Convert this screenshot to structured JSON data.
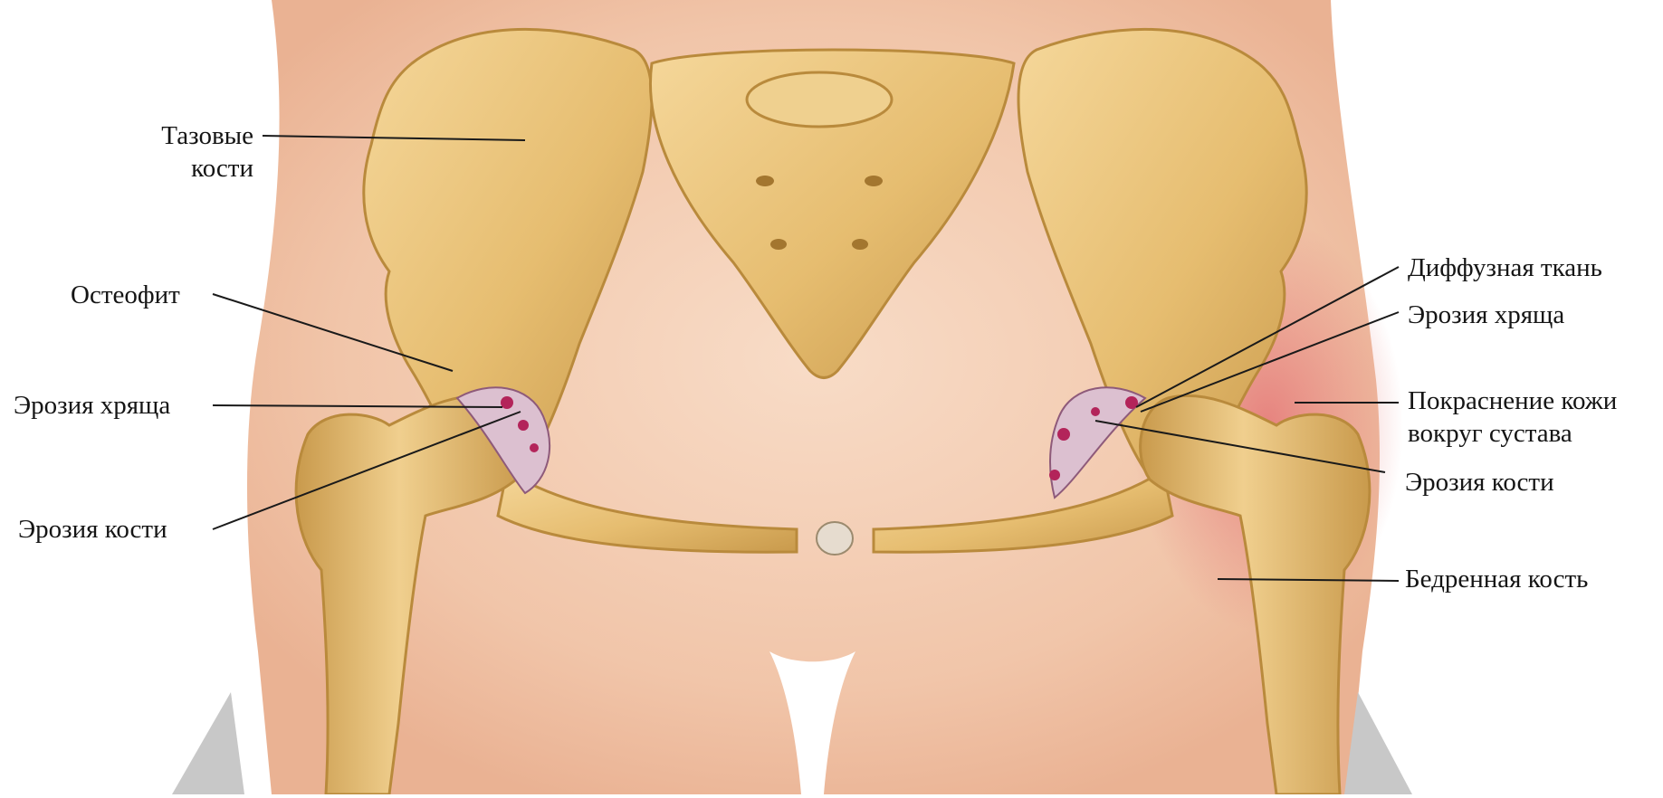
{
  "labels": {
    "pelvic_bones": [
      "Тазовые",
      "кости"
    ],
    "osteophyte": "Остеофит",
    "cartilage_erosion_left": "Эрозия хряща",
    "bone_erosion_left": "Эрозия кости",
    "diffuse_tissue": "Диффузная ткань",
    "cartilage_erosion_right": "Эрозия хряща",
    "skin_redness": [
      "Покраснение кожи",
      "вокруг сустава"
    ],
    "bone_erosion_right": "Эрозия кости",
    "femur": "Бедренная кость"
  },
  "colors": {
    "skin": "#f3cdb4",
    "skin_red": "#e98a86",
    "bone": "#e8c27a",
    "bone_shadow": "#b98a3c",
    "cartilage": "#d9b6c9",
    "erosion": "#b3245a",
    "arrow": "#c8c8c8",
    "leader": "#1a1a1a"
  }
}
